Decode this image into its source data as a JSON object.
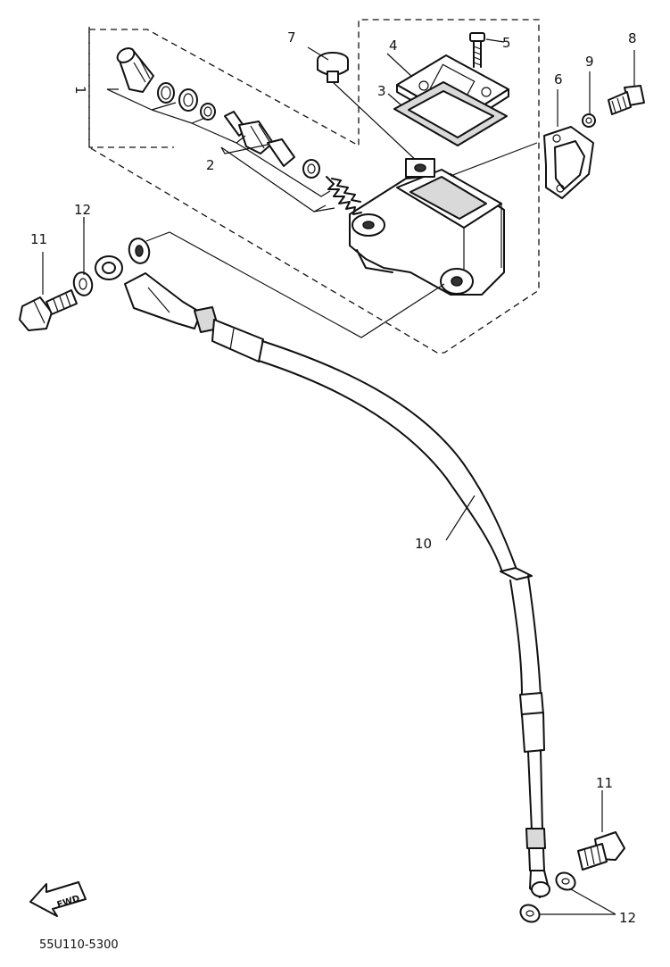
{
  "diagram": {
    "callouts": {
      "c1": "1",
      "c2": "2",
      "c3": "3",
      "c4": "4",
      "c5": "5",
      "c6": "6",
      "c7": "7",
      "c8": "8",
      "c9": "9",
      "c10": "10",
      "c11_top": "11",
      "c12_top": "12",
      "c11_bottom": "11",
      "c12_bottom": "12"
    },
    "fwd_label": "FWD",
    "drawing_code": "55U110-5300"
  }
}
